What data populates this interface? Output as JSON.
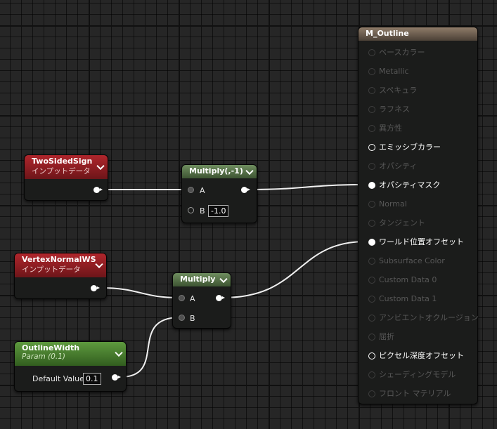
{
  "nodes": {
    "two_sided_sign": {
      "title": "TwoSidedSign",
      "subtitle": "インプットデータ"
    },
    "vertex_normal_ws": {
      "title": "VertexNormalWS",
      "subtitle": "インプットデータ"
    },
    "outline_width": {
      "title": "OutlineWidth",
      "subtitle": "Param (0.1)",
      "param_label": "Default Value",
      "param_value": "0.1"
    },
    "multiply_neg": {
      "title": "Multiply(,-1)",
      "pin_a": "A",
      "pin_b": "B",
      "b_value": "-1.0"
    },
    "multiply": {
      "title": "Multiply",
      "pin_a": "A",
      "pin_b": "B"
    }
  },
  "material": {
    "title": "M_Outline",
    "pins": [
      {
        "label": "ベースカラー",
        "state": "disabled"
      },
      {
        "label": "Metallic",
        "state": "disabled"
      },
      {
        "label": "スペキュラ",
        "state": "disabled"
      },
      {
        "label": "ラフネス",
        "state": "disabled"
      },
      {
        "label": "異方性",
        "state": "disabled"
      },
      {
        "label": "エミッシブカラー",
        "state": "enabled"
      },
      {
        "label": "オパシティ",
        "state": "disabled"
      },
      {
        "label": "オパシティマスク",
        "state": "connected"
      },
      {
        "label": "Normal",
        "state": "disabled"
      },
      {
        "label": "タンジェント",
        "state": "disabled"
      },
      {
        "label": "ワールド位置オフセット",
        "state": "connected"
      },
      {
        "label": "Subsurface Color",
        "state": "disabled"
      },
      {
        "label": "Custom Data 0",
        "state": "disabled"
      },
      {
        "label": "Custom Data 1",
        "state": "disabled"
      },
      {
        "label": "アンビエントオクルージョン",
        "state": "disabled"
      },
      {
        "label": "屈折",
        "state": "disabled"
      },
      {
        "label": "ピクセル深度オフセット",
        "state": "enabled"
      },
      {
        "label": "シェーディングモデル",
        "state": "disabled"
      },
      {
        "label": "フロント マテリアル",
        "state": "disabled"
      }
    ]
  },
  "colors": {
    "input_header": "#a82228",
    "math_header": "#6f8e5f",
    "param_header": "#5e9a3e",
    "result_header": "#8f7c69",
    "wire": "#f0f0f0"
  }
}
